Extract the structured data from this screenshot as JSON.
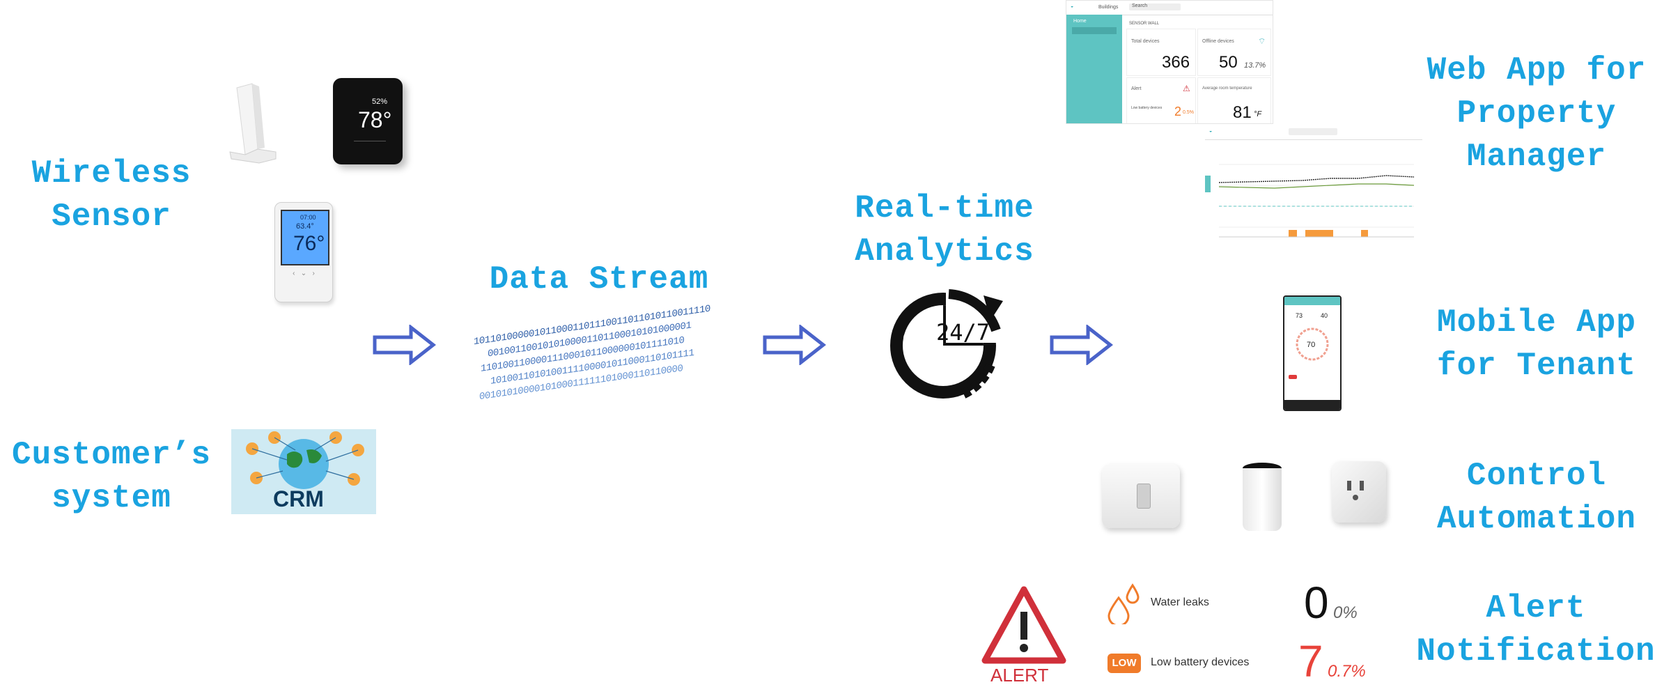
{
  "labels": {
    "wireless_sensor": [
      "Wireless",
      "Sensor"
    ],
    "customer_system": [
      "Customer’s",
      "system"
    ],
    "data_stream": "Data Stream",
    "realtime": [
      "Real-time",
      "Analytics"
    ],
    "web_app": [
      "Web App for",
      "Property",
      "Manager"
    ],
    "mobile_app": [
      "Mobile App",
      "for Tenant"
    ],
    "control": [
      "Control",
      "Automation"
    ],
    "alert": [
      "Alert",
      "Notification"
    ]
  },
  "sensor_devices": {
    "thermostat_black": {
      "humidity": "52%",
      "temp": "78°"
    },
    "thermostat_white": {
      "time": "07:00",
      "set": "63.4°",
      "temp": "76°"
    }
  },
  "crm": {
    "text": "CRM"
  },
  "binary_stream": [
    "1011010000010110001101110011011010110011110",
    "0010011001010100001101100010101000001",
    "1101001100001110001011000000101111010",
    "1010011010100111100001011000110101111",
    "0010101000010100011111101000110110000"
  ],
  "analytics_icon": {
    "text": "24/7",
    "symbol": "%"
  },
  "web_app": {
    "topbar": {
      "nav": "Buildings",
      "search": "Search"
    },
    "sidebar_title": "Home",
    "section": "SENSOR WALL",
    "cards": [
      {
        "title": "Total devices",
        "value": "366",
        "suffix": ""
      },
      {
        "title": "Offline devices",
        "value": "50",
        "suffix": "13.7%"
      },
      {
        "title": "Alert",
        "value": "2",
        "suffix": "0.5%"
      },
      {
        "title": "Average room temperature",
        "value": "81",
        "suffix": "°F"
      }
    ],
    "alert_badge": "Low battery devices"
  },
  "mobile_app": {
    "temp_left": "73",
    "temp_right": "40",
    "dial": "70"
  },
  "alert": {
    "sign_text": "ALERT",
    "rows": [
      {
        "label": "Water leaks",
        "value": "0",
        "pct": "0%",
        "badge": ""
      },
      {
        "label": "Low battery devices",
        "value": "7",
        "pct": "0.7%",
        "badge": "LOW"
      }
    ]
  },
  "colors": {
    "label": "#1aa3e0",
    "arrow": "#4a63c9",
    "teal": "#5ec4c2",
    "alert_red": "#d0303a",
    "orange": "#f07b2a"
  },
  "icons": [
    "arrow-right-icon",
    "water-drop-icon",
    "warning-triangle-icon",
    "refresh-cycle-icon",
    "low-battery-icon",
    "wifi-icon"
  ]
}
